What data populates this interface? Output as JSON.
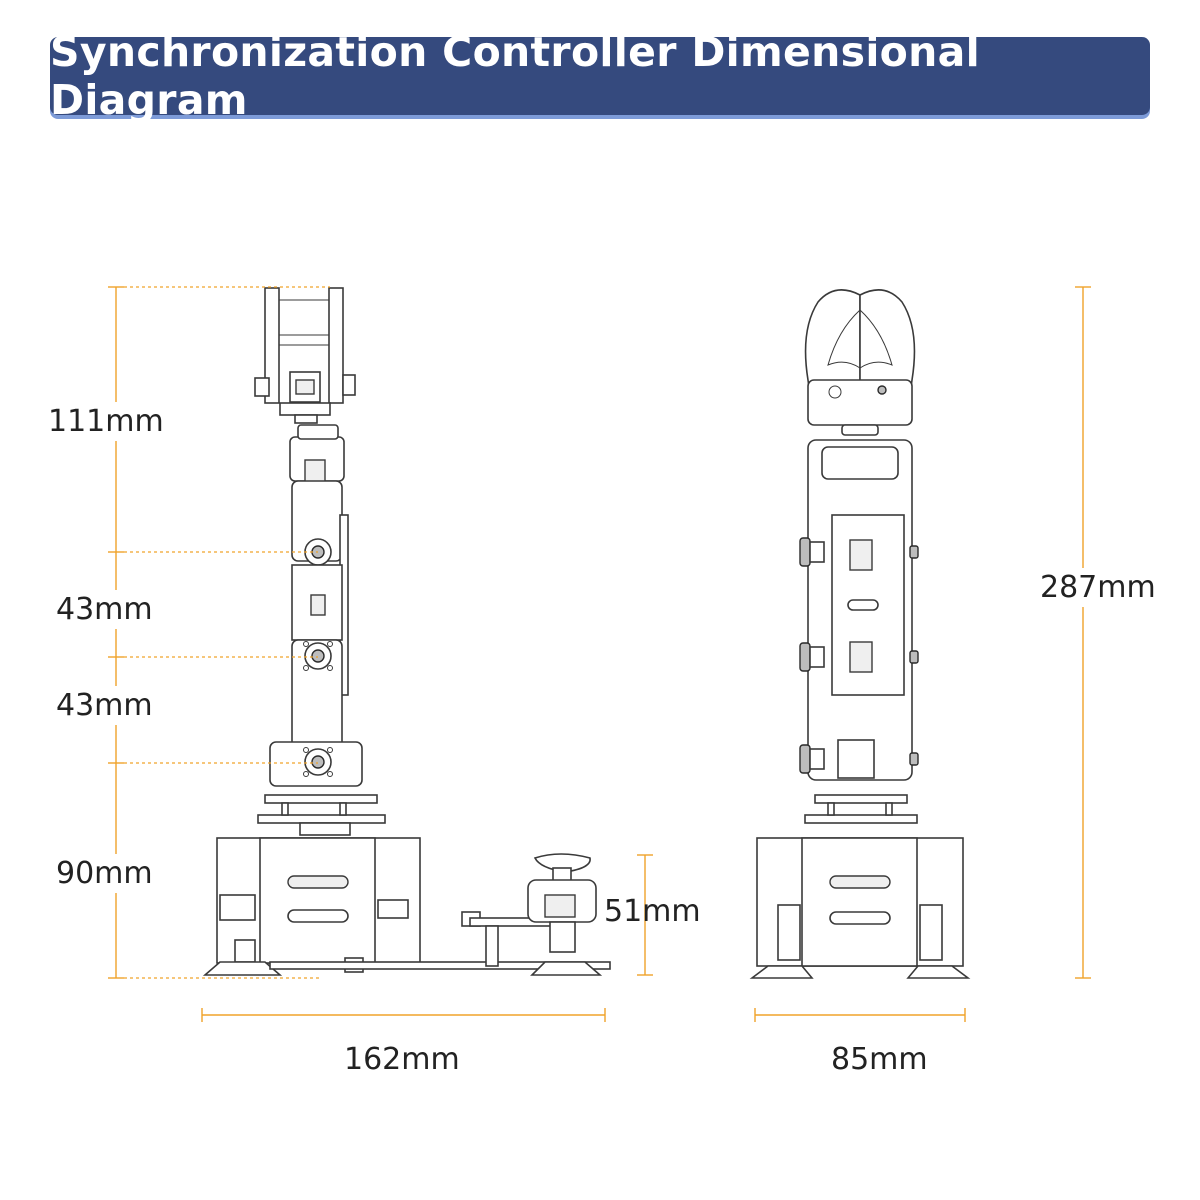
{
  "header": {
    "title": "Synchronization Controller Dimensional Diagram"
  },
  "colors": {
    "header_bg": "#354a7e",
    "header_accent": "#7d9bd8",
    "dimension_line": "#f0a32a",
    "drawing_stroke": "#3a3a3a"
  },
  "dimensions": {
    "gripper_height": "111mm",
    "upper_arm_segment": "43mm",
    "lower_arm_segment": "43mm",
    "base_height": "90mm",
    "joystick_height": "51mm",
    "overall_width_side": "162mm",
    "overall_width_front": "85mm",
    "overall_height": "287mm"
  }
}
